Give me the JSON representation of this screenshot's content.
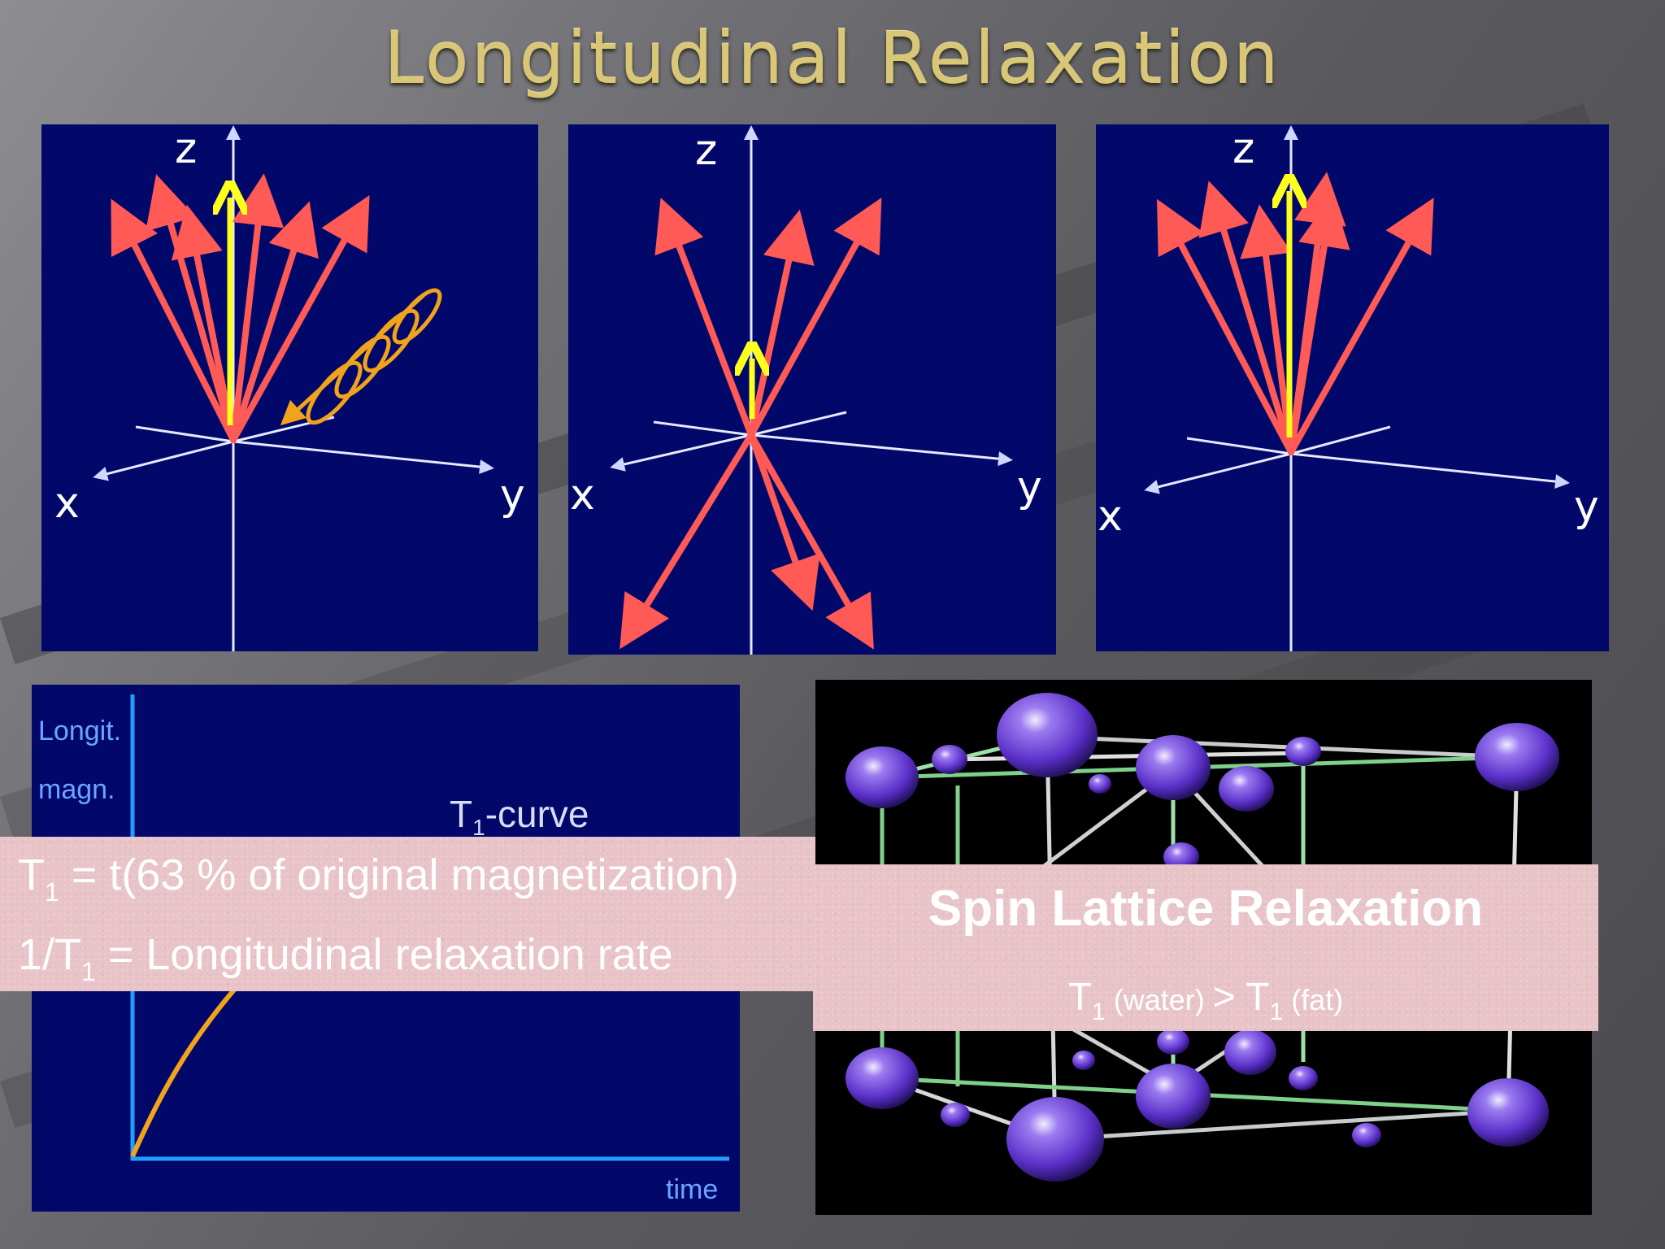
{
  "slide": {
    "title": "Longitudinal Relaxation",
    "background_color": "#6b6b70",
    "title_color": "#d9c676"
  },
  "vector_panels": [
    {
      "z_label": "z",
      "x_label": "x",
      "y_label": "y",
      "icons": [
        "net-magnetization-arrow-icon",
        "spin-vector-arrow-icon",
        "rf-wave-icon"
      ]
    },
    {
      "z_label": "z",
      "x_label": "x",
      "y_label": "y",
      "icons": [
        "net-magnetization-arrow-icon",
        "spin-vector-arrow-icon"
      ]
    },
    {
      "z_label": "z",
      "x_label": "x",
      "y_label": "y",
      "icons": [
        "net-magnetization-arrow-icon",
        "spin-vector-arrow-icon"
      ]
    }
  ],
  "t1_chart": {
    "ylabel_line1": "Longit.",
    "ylabel_line2": "magn.",
    "curve_label_main": "T",
    "curve_label_sub": "1",
    "curve_label_rest": "-curve",
    "xlabel": "time",
    "curve_color": "#f2a31c",
    "axis_color": "#1f9fff"
  },
  "definitions": {
    "line1_main": "T",
    "line1_sub": "1",
    "line1_rest": " = t(63 % of original magnetization)",
    "line2_main": "1/T",
    "line2_sub": "1",
    "line2_rest": " = Longitudinal relaxation    rate"
  },
  "spin_lattice": {
    "title": "Spin Lattice Relaxation",
    "compare_t1": "T",
    "compare_sub": "1",
    "compare_water": " (water) ",
    "compare_gt": "> ",
    "compare_t2": "T",
    "compare_sub2": "1",
    "compare_fat": " (fat)",
    "sphere_color": "#6a3fd6",
    "icons": [
      "atom-sphere-icon",
      "lattice-bond-icon"
    ]
  }
}
